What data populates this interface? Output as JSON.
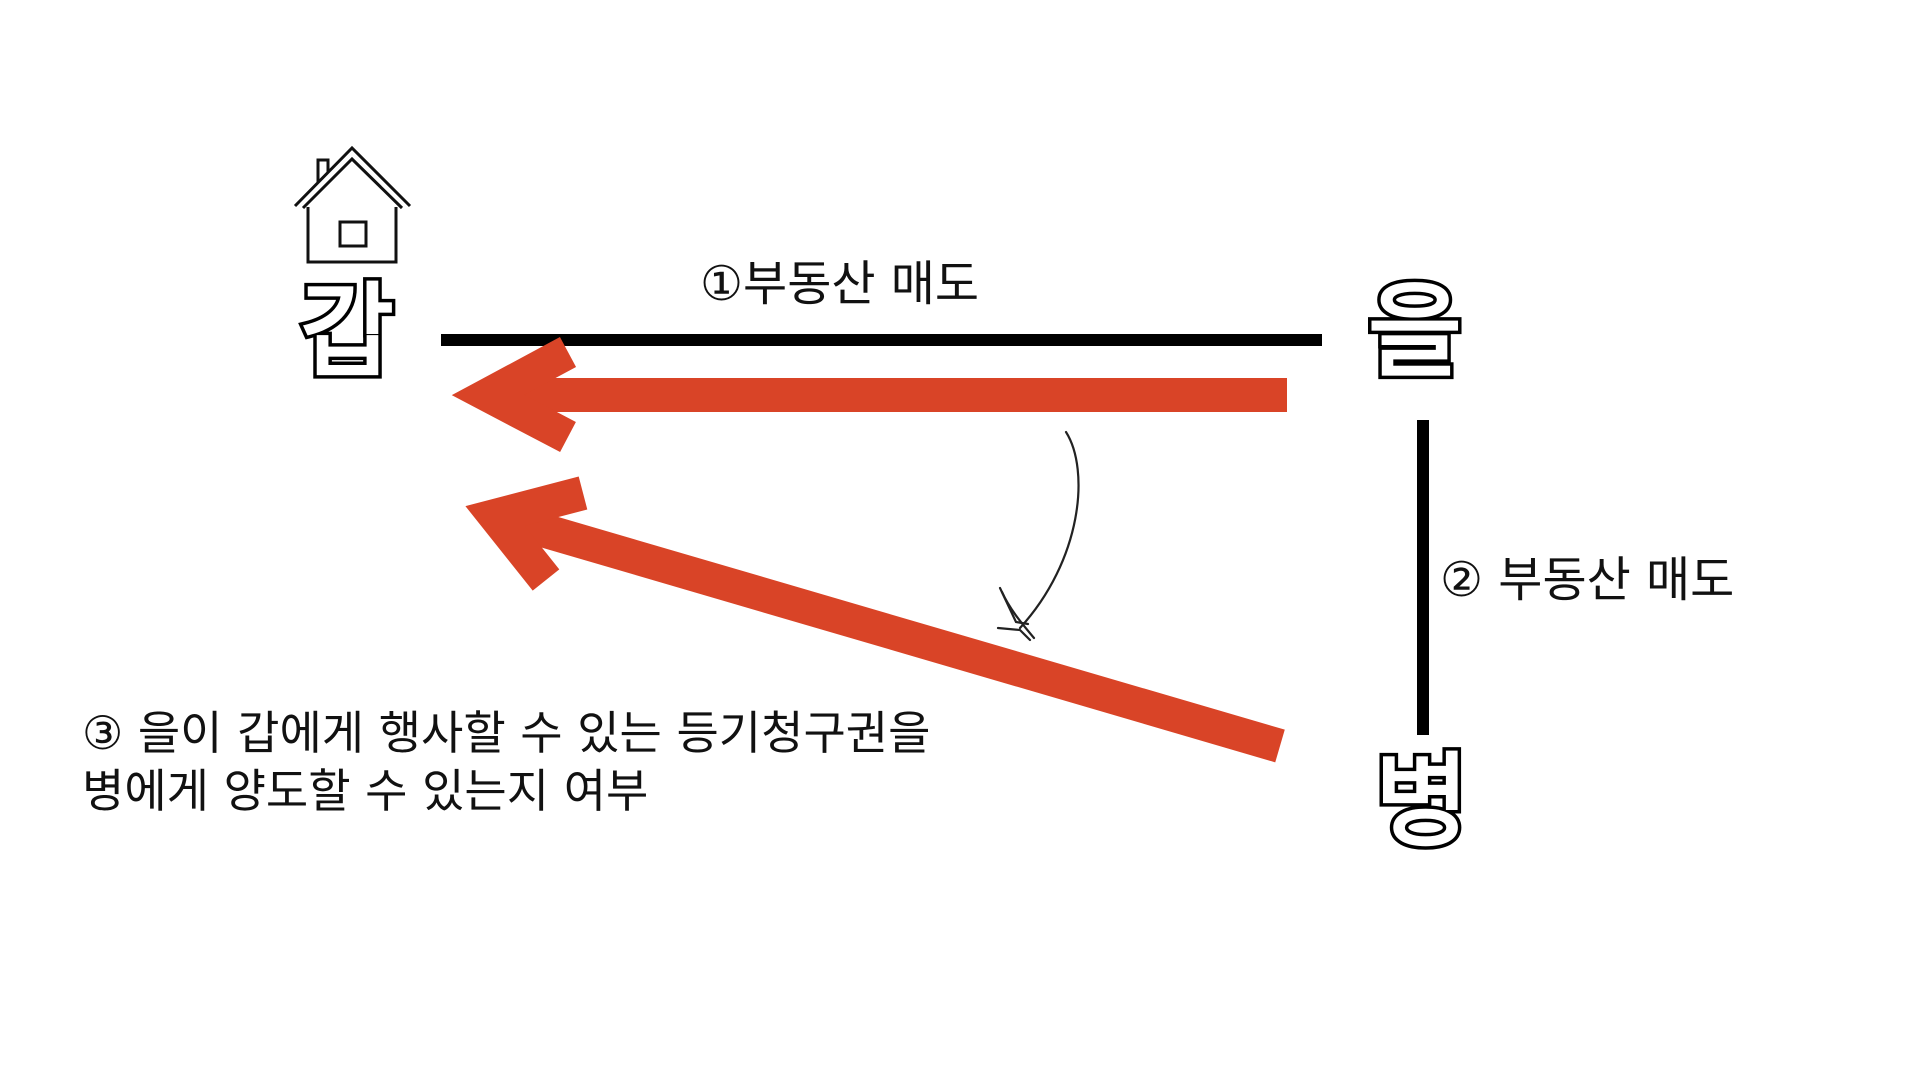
{
  "parties": {
    "gap": "갑",
    "eul": "을",
    "byeong": "병"
  },
  "labels": {
    "sale_1": "①부동산 매도",
    "sale_2": "② 부동산 매도",
    "question_line_1": "③ 을이 갑에게 행사할 수 있는 등기청구권을",
    "question_line_2": "병에게 양도할 수 있는지 여부"
  },
  "icons": {
    "house": "house-icon"
  },
  "colors": {
    "arrow": "#d94427",
    "line": "#000000",
    "text": "#111111"
  }
}
